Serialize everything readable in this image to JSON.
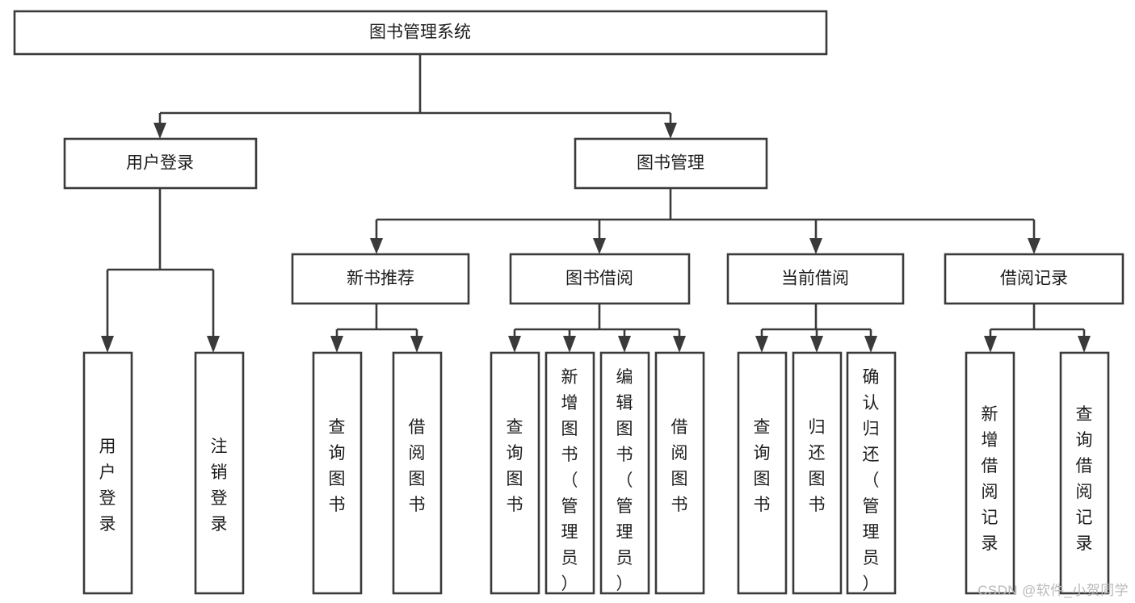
{
  "diagram": {
    "type": "tree-hierarchy-chart",
    "title": "图书管理系统",
    "watermark": "CSDN @软件_小贺同学",
    "colors": {
      "stroke": "#3a3a3a",
      "fill": "#ffffff",
      "text": "#1d1d1d",
      "watermark": "#b9b9b9",
      "background": "#ffffff"
    },
    "root": {
      "label": "图书管理系统",
      "orientation": "horizontal"
    },
    "level2": [
      {
        "label": "用户登录",
        "orientation": "horizontal"
      },
      {
        "label": "图书管理",
        "orientation": "horizontal"
      }
    ],
    "level3": [
      {
        "label": "新书推荐",
        "orientation": "horizontal"
      },
      {
        "label": "图书借阅",
        "orientation": "horizontal"
      },
      {
        "label": "当前借阅",
        "orientation": "horizontal"
      },
      {
        "label": "借阅记录",
        "orientation": "horizontal"
      }
    ],
    "leaves": {
      "user_login": [
        {
          "label": "用户登录",
          "orientation": "vertical"
        },
        {
          "label": "注销登录",
          "orientation": "vertical"
        }
      ],
      "new_book_recommend": [
        {
          "label": "查询图书",
          "orientation": "vertical"
        },
        {
          "label": "借阅图书",
          "orientation": "vertical"
        }
      ],
      "book_borrow": [
        {
          "label": "查询图书",
          "orientation": "vertical"
        },
        {
          "label": "新增图书（管理员）",
          "orientation": "vertical"
        },
        {
          "label": "编辑图书（管理员）",
          "orientation": "vertical"
        },
        {
          "label": "借阅图书",
          "orientation": "vertical"
        }
      ],
      "current_borrow": [
        {
          "label": "查询图书",
          "orientation": "vertical"
        },
        {
          "label": "归还图书",
          "orientation": "vertical"
        },
        {
          "label": "确认归还（管理员）",
          "orientation": "vertical"
        }
      ],
      "borrow_record": [
        {
          "label": "新增借阅记录",
          "orientation": "vertical"
        },
        {
          "label": "查询借阅记录",
          "orientation": "vertical"
        }
      ]
    }
  }
}
